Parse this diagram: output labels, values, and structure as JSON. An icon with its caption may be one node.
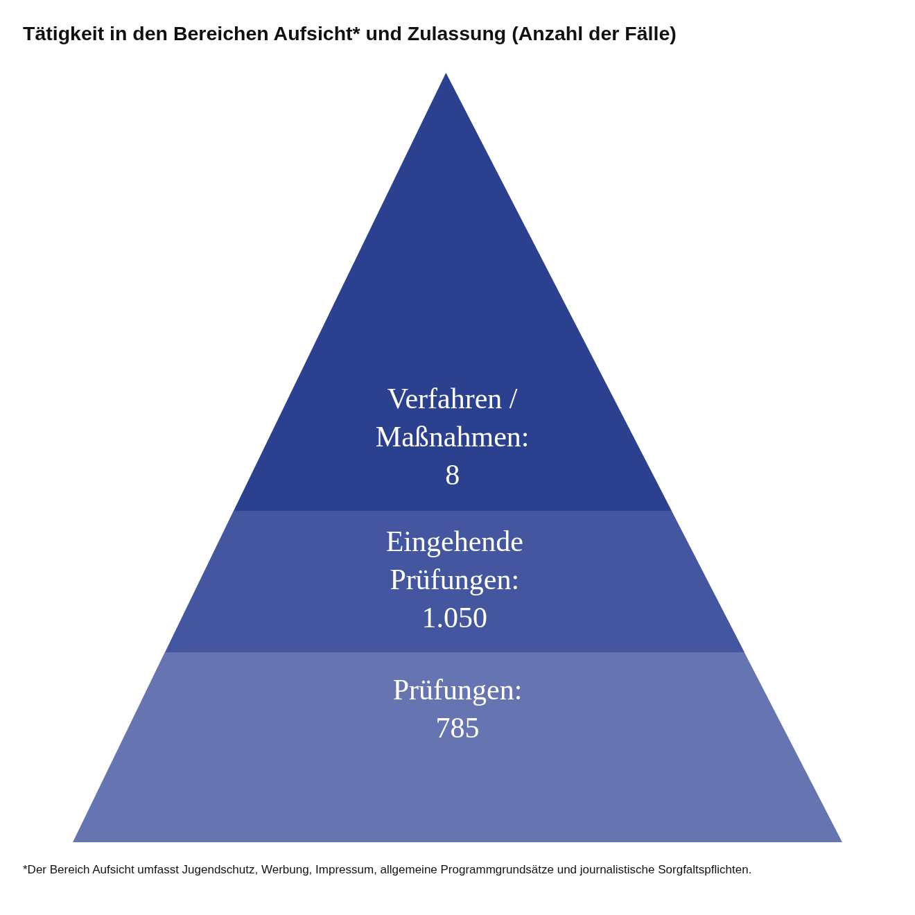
{
  "diagram": {
    "title": "Tätigkeit in den Bereichen Aufsicht* und Zulassung (Anzahl der Fälle)",
    "caption": "*Der Bereich Aufsicht umfasst Jugendschutz, Werbung, Impressum, allgemeine Programmgrundsätze und journalistische Sorgfaltspflichten.",
    "nodes": [
      {
        "text": [
          "Verfahren / Maßnahmen:",
          "8"
        ]
      },
      {
        "text": [
          "Eingehende Prüfungen:",
          "1.050"
        ]
      },
      {
        "text": [
          "Prüfungen:",
          "785"
        ]
      }
    ]
  }
}
